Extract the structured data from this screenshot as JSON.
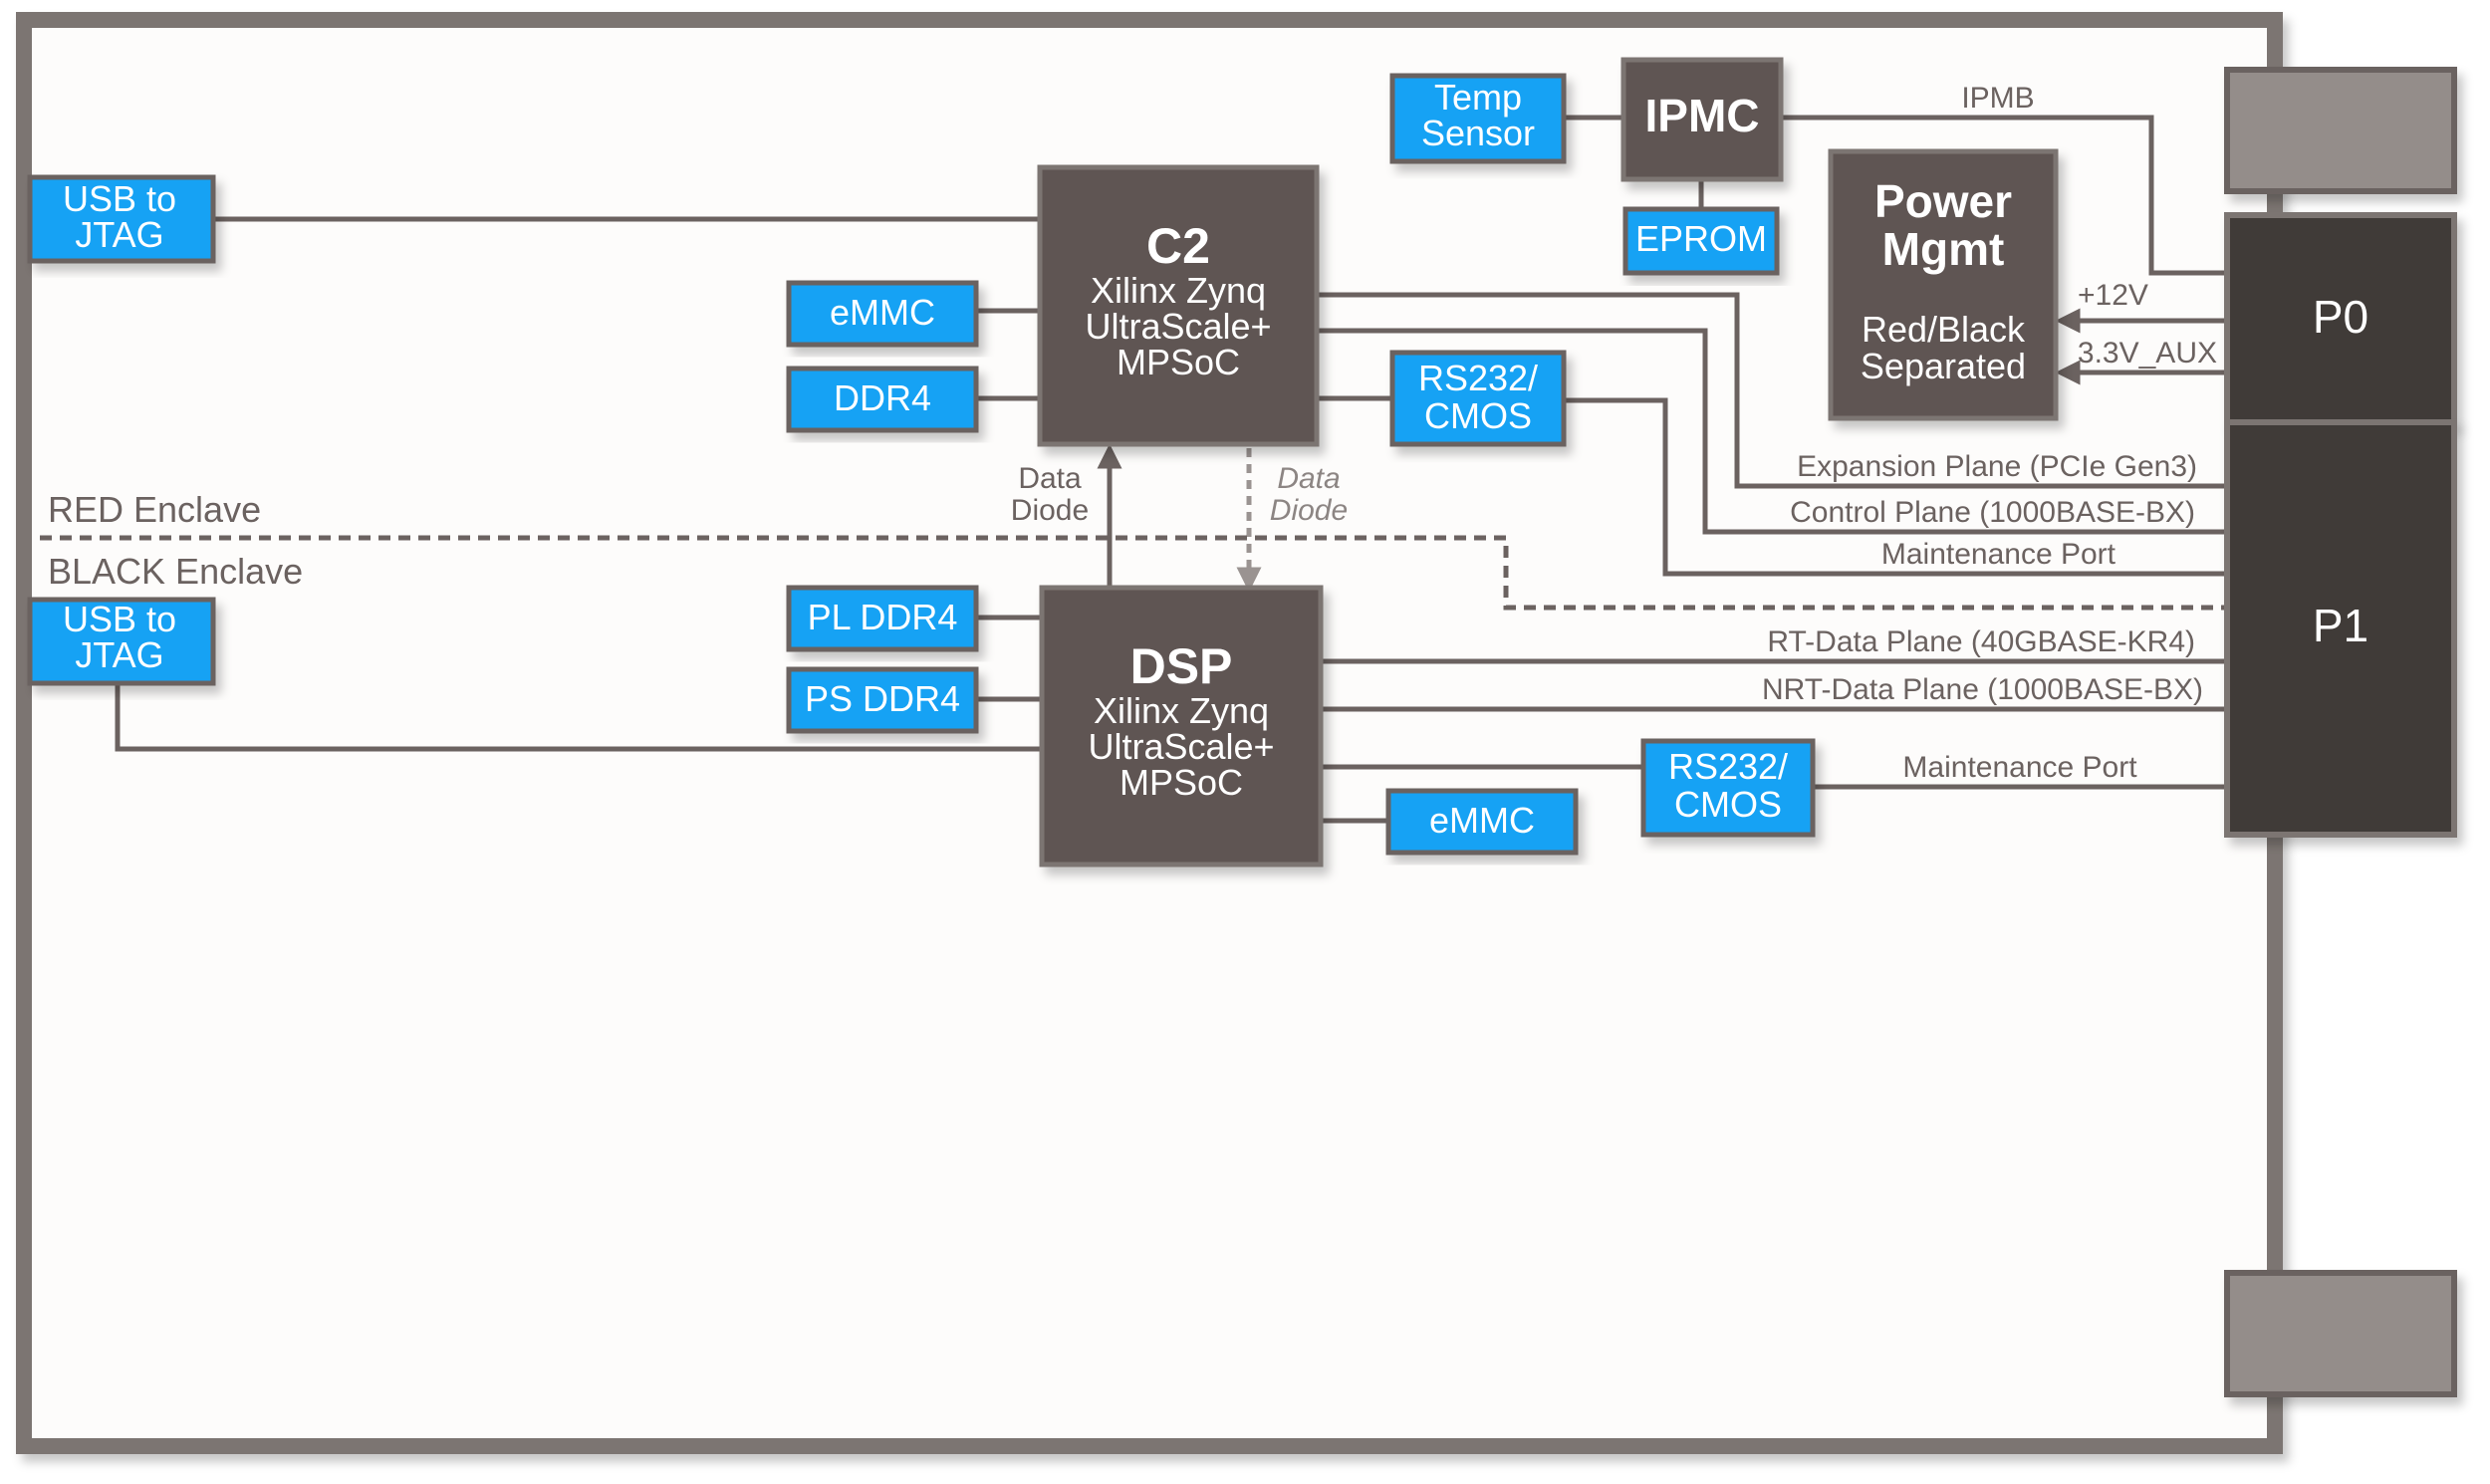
{
  "enclaves": {
    "red": "RED Enclave",
    "black": "BLACK Enclave"
  },
  "blocks": {
    "usb_jtag_red": [
      "USB to",
      "JTAG"
    ],
    "usb_jtag_black": [
      "USB to",
      "JTAG"
    ],
    "temp_sensor": [
      "Temp",
      "Sensor"
    ],
    "ipmc": "IPMC",
    "eprom": "EPROM",
    "power_mgmt": {
      "title": [
        "Power",
        "Mgmt"
      ],
      "sub": [
        "Red/Black",
        "Separated"
      ]
    },
    "c2": {
      "title": "C2",
      "sub": [
        "Xilinx Zynq",
        "UltraScale+",
        "MPSoC"
      ]
    },
    "dsp": {
      "title": "DSP",
      "sub": [
        "Xilinx Zynq",
        "UltraScale+",
        "MPSoC"
      ]
    },
    "emmc_c2": "eMMC",
    "ddr4_c2": "DDR4",
    "rs232_c2": [
      "RS232/",
      "CMOS"
    ],
    "pl_ddr4": "PL DDR4",
    "ps_ddr4": "PS DDR4",
    "emmc_dsp": "eMMC",
    "rs232_dsp": [
      "RS232/",
      "CMOS"
    ],
    "p0": "P0",
    "p1": "P1"
  },
  "labels": {
    "ipmb": "IPMB",
    "v12": "+12V",
    "v33aux": "3.3V_AUX",
    "data_diode_up": [
      "Data",
      "Diode"
    ],
    "data_diode_down": [
      "Data",
      "Diode"
    ],
    "expansion": "Expansion Plane (PCIe Gen3)",
    "control": "Control Plane (1000BASE-BX)",
    "maint_c2": "Maintenance Port",
    "rt_data": "RT-Data Plane (40GBASE-KR4)",
    "nrt_data": "NRT-Data Plane (1000BASE-BX)",
    "maint_dsp": "Maintenance Port"
  },
  "colors": {
    "block_blue": "#12a2f4",
    "block_dark": "#5e5553",
    "connector": "#403a39",
    "line": "#6b6260"
  }
}
